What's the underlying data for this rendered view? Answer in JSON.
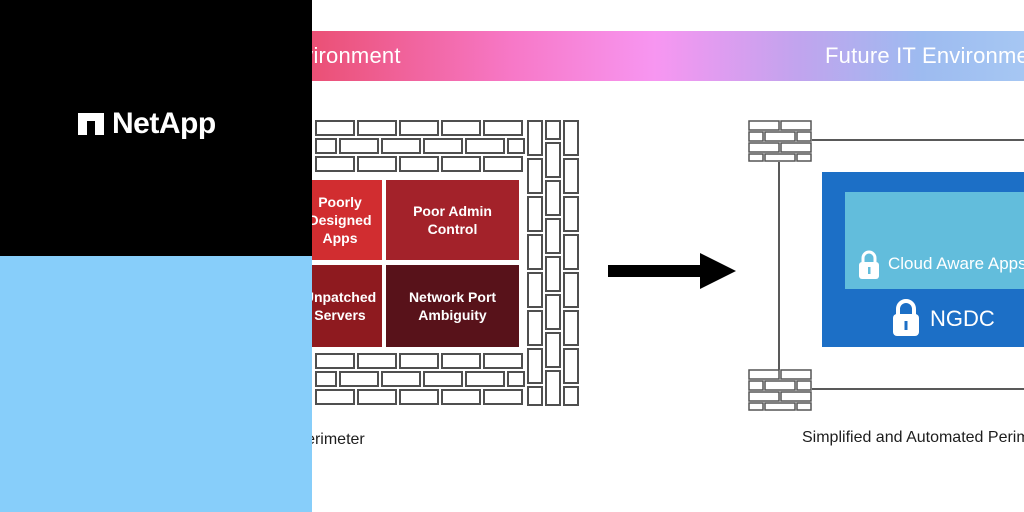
{
  "brand": {
    "logo_text": "NetApp",
    "logo_icon": "netapp-logo-icon",
    "colors": {
      "top_panel": "#000000",
      "bottom_panel": "#87cefa"
    }
  },
  "banner": {
    "left_title": "Current IT Environment",
    "right_title": "Future IT Environment",
    "gradient_colors": [
      "#e23a3f",
      "#f778c7",
      "#f796f1",
      "#a6c7f3"
    ]
  },
  "current_environment": {
    "boxes": [
      {
        "label": "Poorly Designed Apps",
        "color": "#d12d30"
      },
      {
        "label": "Poor Admin Control",
        "color": "#a3222a"
      },
      {
        "label": "Unpatched Servers",
        "color": "#8e1a1f"
      },
      {
        "label": "Network Port Ambiguity",
        "color": "#58121a"
      }
    ],
    "caption": "Complicated, Complex Perimeter",
    "wall_icon": "brick-wall-icon"
  },
  "transition": {
    "arrow_icon": "right-arrow-icon"
  },
  "future_environment": {
    "app_label": "Cloud Aware Apps",
    "ngdc_label": "NGDC",
    "caption": "Simplified and Automated Perimeter",
    "lock_icon": "padlock-icon",
    "firewall_icon": "firewall-brick-icon",
    "colors": {
      "ngdc_panel": "#1c6fc6",
      "app_panel": "#62bddc"
    }
  }
}
